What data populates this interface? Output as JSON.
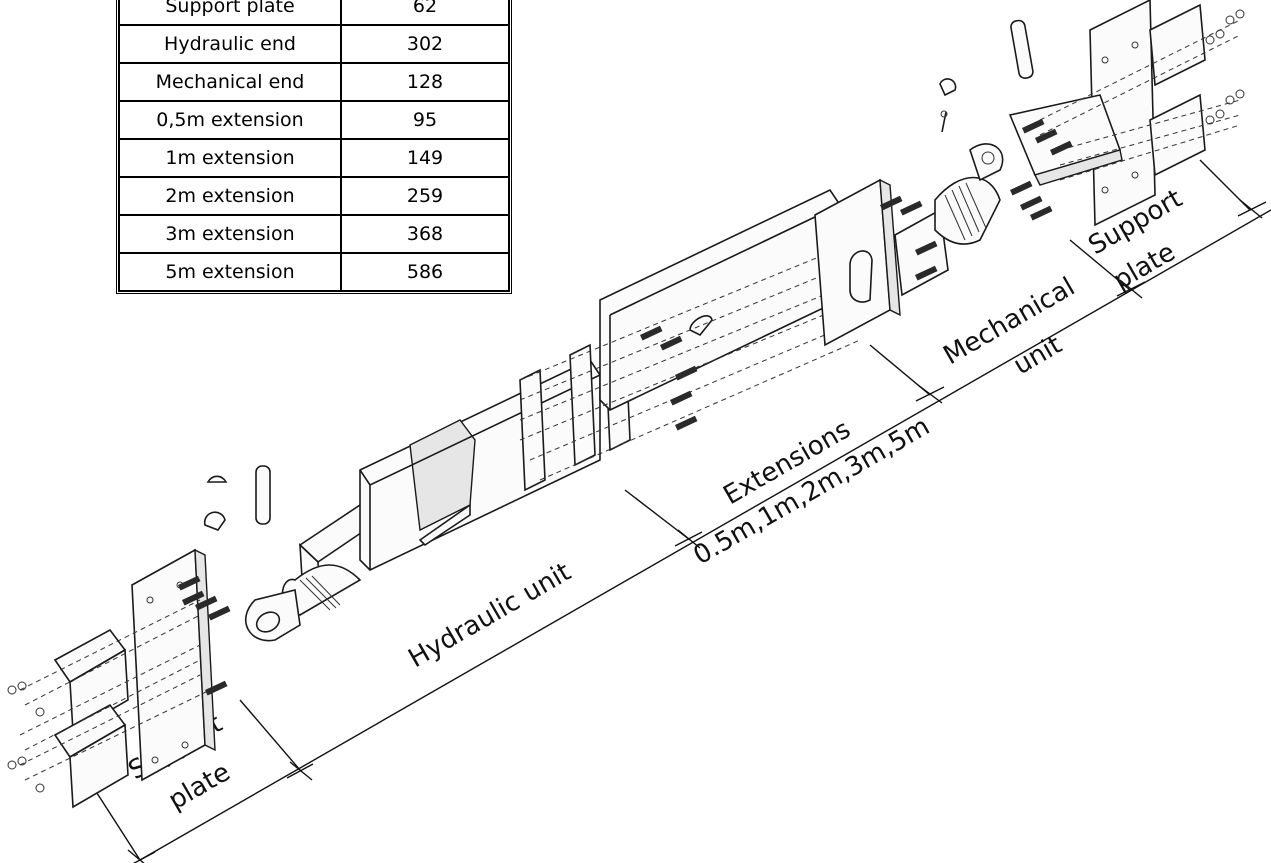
{
  "weights_table": {
    "rows": [
      {
        "name": "Support plate",
        "value": "62"
      },
      {
        "name": "Hydraulic end",
        "value": "302"
      },
      {
        "name": "Mechanical end",
        "value": "128"
      },
      {
        "name": "0,5m extension",
        "value": "95"
      },
      {
        "name": "1m extension",
        "value": "149"
      },
      {
        "name": "2m extension",
        "value": "259"
      },
      {
        "name": "3m extension",
        "value": "368"
      },
      {
        "name": "5m extension",
        "value": "586"
      }
    ]
  },
  "labels": {
    "support_plate_left_1": "Support",
    "support_plate_left_2": "plate",
    "hydraulic_unit": "Hydraulic unit",
    "extensions_1": "Extensions",
    "extensions_2": "0.5m,1m,2m,3m,5m",
    "mechanical_unit_1": "Mechanical",
    "mechanical_unit_2": "unit",
    "support_plate_right_1": "Support",
    "support_plate_right_2": "plate"
  }
}
